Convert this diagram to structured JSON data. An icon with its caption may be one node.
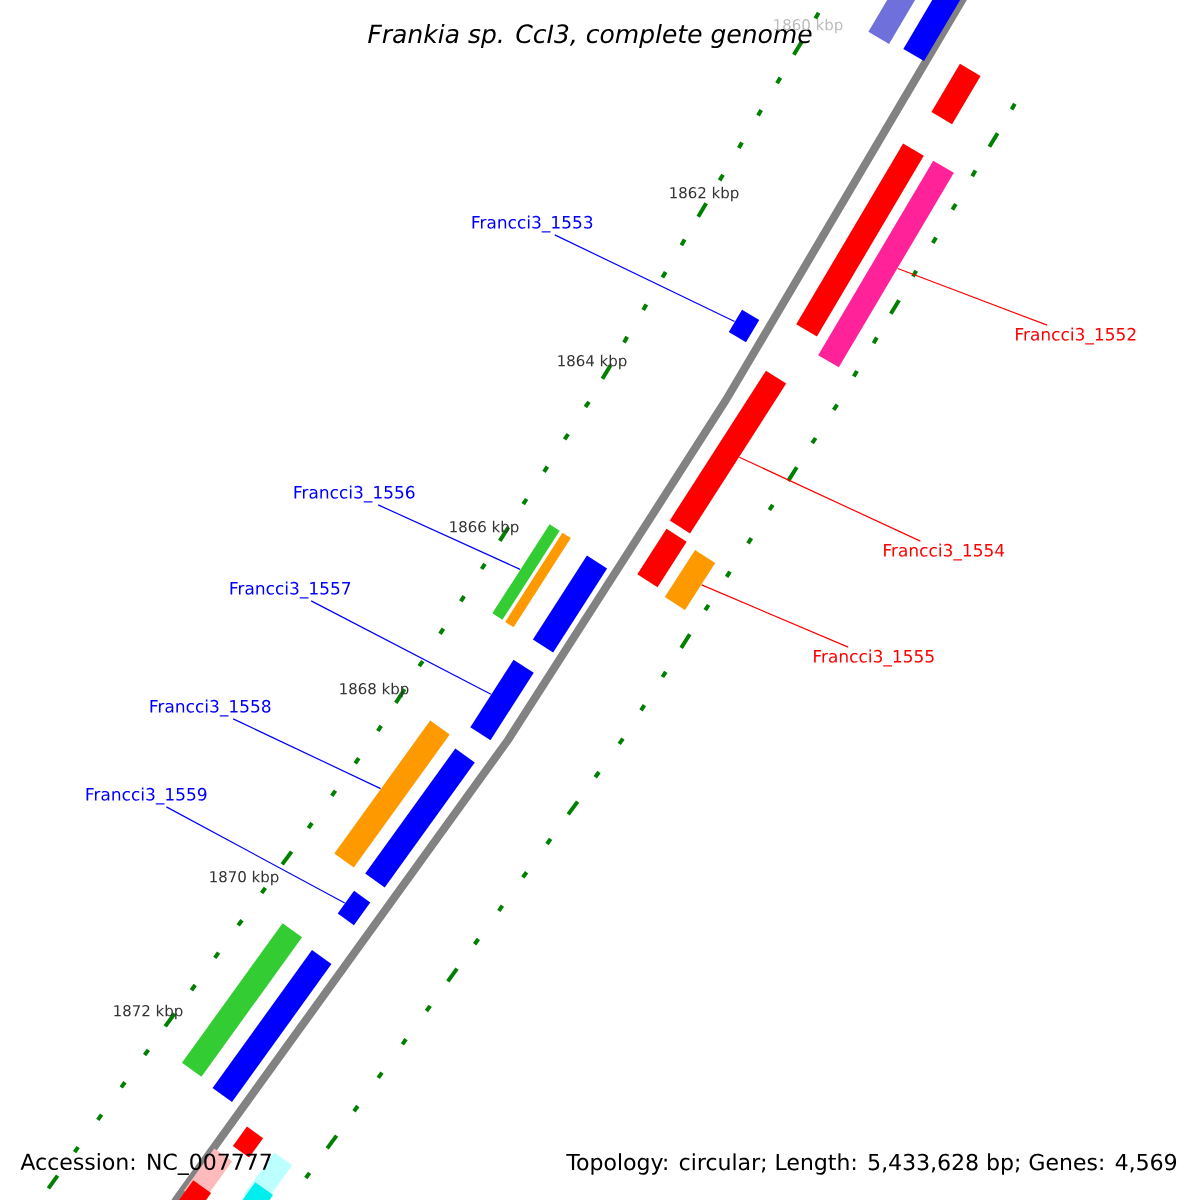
{
  "diagram": {
    "title": "Frankia sp. CcI3, complete genome",
    "nodes": [
      {
        "text": [
          "Francci3_1553"
        ]
      },
      {
        "text": [
          "Francci3_1552"
        ]
      },
      {
        "text": [
          "Francci3_1556"
        ]
      },
      {
        "text": [
          "Francci3_1554"
        ]
      },
      {
        "text": [
          "Francci3_1557"
        ]
      },
      {
        "text": [
          "Francci3_1555"
        ]
      },
      {
        "text": [
          "Francci3_1558"
        ]
      },
      {
        "text": [
          "Francci3_1559"
        ]
      },
      {
        "text": [],
        "shape": "bar"
      },
      {
        "text": [],
        "shape": "bar"
      },
      {
        "text": [],
        "shape": "bar"
      },
      {
        "text": [],
        "shape": "bar"
      },
      {
        "text": [],
        "shape": "bar"
      },
      {
        "text": [],
        "shape": "bar"
      },
      {
        "text": [],
        "shape": "bar"
      },
      {
        "text": [],
        "shape": "bar"
      },
      {
        "text": [],
        "shape": "bar"
      },
      {
        "text": [],
        "shape": "bar"
      },
      {
        "text": [],
        "shape": "bar"
      },
      {
        "text": [],
        "shape": "bar"
      },
      {
        "text": [],
        "shape": "bar"
      },
      {
        "text": [],
        "shape": "bar"
      },
      {
        "text": [],
        "shape": "bar"
      },
      {
        "text": [],
        "shape": "bar"
      },
      {
        "text": [],
        "shape": "bar"
      },
      {
        "text": [],
        "shape": "bar"
      },
      {
        "text": [],
        "shape": "bar"
      },
      {
        "text": [],
        "shape": "bar"
      },
      {
        "text": [],
        "shape": "bar"
      },
      {
        "text": [],
        "shape": "bar"
      },
      {
        "text": [],
        "shape": "bar"
      }
    ],
    "edges": [
      {
        "from": 0,
        "to": 13,
        "arrow": "none",
        "color": "#0000ff"
      },
      {
        "from": 1,
        "to": 12,
        "arrow": "none",
        "color": "#ff0000"
      },
      {
        "from": 2,
        "to": 16,
        "arrow": "none",
        "color": "#0000ff"
      },
      {
        "from": 3,
        "to": 14,
        "arrow": "none",
        "color": "#ff0000"
      },
      {
        "from": 4,
        "to": 20,
        "arrow": "none",
        "color": "#0000ff"
      },
      {
        "from": 5,
        "to": 18,
        "arrow": "none",
        "color": "#ff0000"
      },
      {
        "from": 6,
        "to": 21,
        "arrow": "none",
        "color": "#0000ff"
      },
      {
        "from": 7,
        "to": 23,
        "arrow": "none",
        "color": "#0000ff"
      }
    ],
    "labels": [
      "1860 kbp",
      "1862 kbp",
      "1864 kbp",
      "1866 kbp",
      "1868 kbp",
      "1870 kbp",
      "1872 kbp",
      "Accession: NC_007777",
      "Topology: circular; Length: 5,433,628 bp; Genes: 4,569"
    ]
  }
}
